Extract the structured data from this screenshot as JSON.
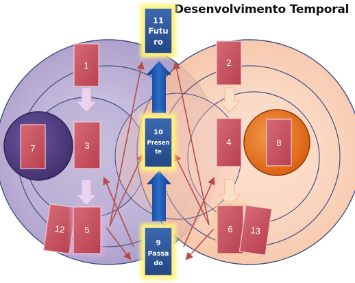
{
  "title": "Desenvolvimento Temporal",
  "time_boxes": [
    {
      "id": "futuro",
      "lines": [
        "11",
        "Futu",
        "ro"
      ]
    },
    {
      "id": "presente",
      "lines": [
        "10",
        "Presen",
        "te"
      ]
    },
    {
      "id": "passado",
      "lines": [
        "9",
        "Passa",
        "do"
      ]
    }
  ],
  "cards": [
    {
      "id": "card-1",
      "label": "1"
    },
    {
      "id": "card-2",
      "label": "2"
    },
    {
      "id": "card-3",
      "label": "3"
    },
    {
      "id": "card-4",
      "label": "4"
    },
    {
      "id": "card-5",
      "label": "5"
    },
    {
      "id": "card-6",
      "label": "6"
    },
    {
      "id": "card-7",
      "label": "7"
    },
    {
      "id": "card-8",
      "label": "8"
    },
    {
      "id": "card-12",
      "label": "12"
    },
    {
      "id": "card-13",
      "label": "13"
    }
  ],
  "colors": {
    "card": "#c9505d",
    "card_border": "#f3c9cf",
    "box": "#2f5597",
    "box_glow": "#fff27a",
    "left_circle": "#a898c8",
    "right_circle": "#f7c3a4",
    "dark_circle": "#4e3a7e",
    "orange_circle": "#e86a12",
    "arrow_red": "#b84a4a",
    "arrow_blue": "#1f4e9c"
  }
}
